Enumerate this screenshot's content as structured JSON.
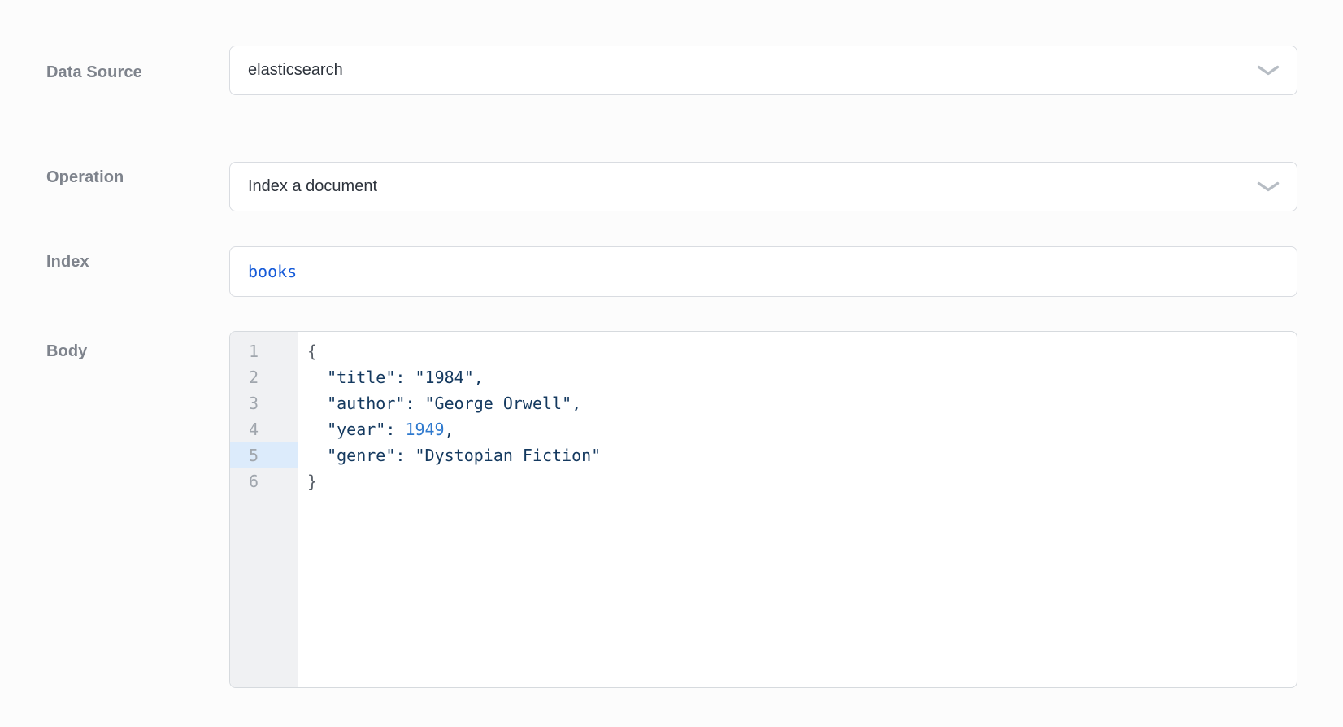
{
  "fields": {
    "data_source": {
      "label": "Data Source",
      "value": "elasticsearch"
    },
    "operation": {
      "label": "Operation",
      "value": "Index a document"
    },
    "index": {
      "label": "Index",
      "value": "books"
    },
    "body": {
      "label": "Body"
    }
  },
  "icons": {
    "data_source_dropdown": "chevron-down-icon",
    "operation_dropdown": "chevron-down-icon"
  },
  "editor": {
    "active_line": 5,
    "lines": [
      {
        "tokens": [
          {
            "type": "brace",
            "text": "{"
          }
        ]
      },
      {
        "tokens": [
          {
            "type": "ws",
            "text": "  "
          },
          {
            "type": "string",
            "text": "\"title\""
          },
          {
            "type": "punct",
            "text": ": "
          },
          {
            "type": "string",
            "text": "\"1984\""
          },
          {
            "type": "punct",
            "text": ","
          }
        ]
      },
      {
        "tokens": [
          {
            "type": "ws",
            "text": "  "
          },
          {
            "type": "string",
            "text": "\"author\""
          },
          {
            "type": "punct",
            "text": ": "
          },
          {
            "type": "string",
            "text": "\"George Orwell\""
          },
          {
            "type": "punct",
            "text": ","
          }
        ]
      },
      {
        "tokens": [
          {
            "type": "ws",
            "text": "  "
          },
          {
            "type": "string",
            "text": "\"year\""
          },
          {
            "type": "punct",
            "text": ": "
          },
          {
            "type": "number",
            "text": "1949"
          },
          {
            "type": "punct",
            "text": ","
          }
        ]
      },
      {
        "tokens": [
          {
            "type": "ws",
            "text": "  "
          },
          {
            "type": "string",
            "text": "\"genre\""
          },
          {
            "type": "punct",
            "text": ": "
          },
          {
            "type": "string",
            "text": "\"Dystopian Fiction\""
          }
        ]
      },
      {
        "tokens": [
          {
            "type": "brace",
            "text": "}"
          }
        ]
      }
    ]
  },
  "colors": {
    "accent_blue": "#155ad8",
    "code_string": "#14395f",
    "code_number": "#2e79ce",
    "code_brace": "#596069",
    "code_punct": "#14395f",
    "active_line_bg": "#dcebfb",
    "gutter_bg": "#f0f1f3",
    "line_number": "#a0a6ad"
  }
}
